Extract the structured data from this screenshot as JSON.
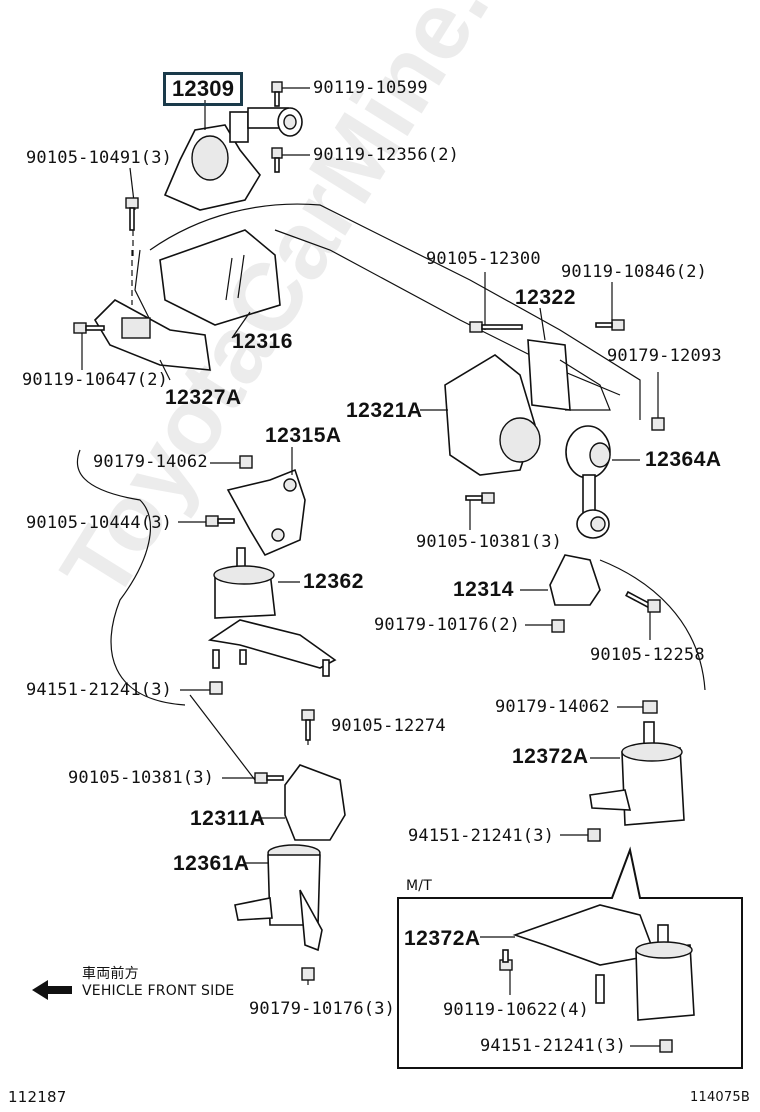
{
  "highlighted_part": "12309",
  "part_numbers": {
    "p12316": "12316",
    "p12327A": "12327A",
    "p12322": "12322",
    "p12321A": "12321A",
    "p12315A": "12315A",
    "p12364A": "12364A",
    "p12362": "12362",
    "p12314": "12314",
    "p12372A_top": "12372A",
    "p12311A": "12311A",
    "p12361A": "12361A",
    "p12372A_mt": "12372A"
  },
  "fasteners": {
    "f90119_10599": "90119-10599",
    "f90105_10491": "90105-10491(3)",
    "f90119_12356": "90119-12356(2)",
    "f90105_12300": "90105-12300",
    "f90119_10846": "90119-10846(2)",
    "f90119_10647": "90119-10647(2)",
    "f90179_12093": "90179-12093",
    "f90179_14062_a": "90179-14062",
    "f90105_10444": "90105-10444(3)",
    "f90105_10381_a": "90105-10381(3)",
    "f90179_10176_a": "90179-10176(2)",
    "f90105_12258": "90105-12258",
    "f94151_21241_a": "94151-21241(3)",
    "f90105_12274": "90105-12274",
    "f90179_14062_b": "90179-14062",
    "f90105_10381_b": "90105-10381(3)",
    "f94151_21241_b": "94151-21241(3)",
    "f90179_10176_b": "90179-10176(3)",
    "f90119_10622": "90119-10622(4)",
    "f94151_21241_c": "94151-21241(3)"
  },
  "inset_label": "M/T",
  "direction": {
    "jp": "車両前方",
    "en": "VEHICLE FRONT SIDE"
  },
  "watermark": "ToyotaCarMine.ru",
  "footer": {
    "left_code": "112187",
    "right_code": "114075B"
  }
}
